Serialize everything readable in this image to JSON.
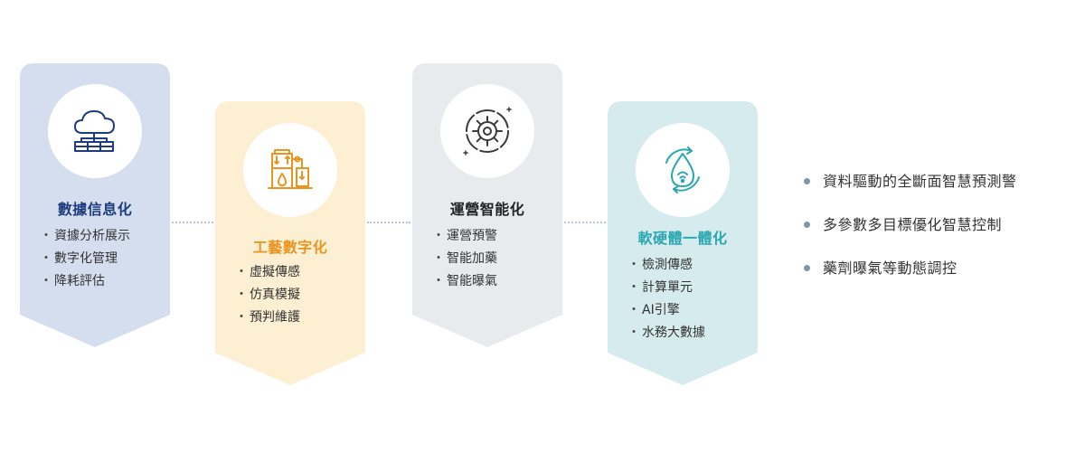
{
  "colors": {
    "card1_bg": "#d5deef",
    "card1_title": "#1d3c7f",
    "card2_bg": "#fcefd2",
    "card2_title": "#e89520",
    "card3_bg": "#e8eaee",
    "card3_title": "#222222",
    "card4_bg": "#d6ebee",
    "card4_title": "#2aa7b0",
    "connector": "#b4c6d6",
    "bullet_dot": "#7f97ad"
  },
  "cards": [
    {
      "icon": "cloud-server-icon",
      "title": "數據信息化",
      "items": [
        "資據分析展示",
        "數字化管理",
        "降耗評估"
      ]
    },
    {
      "icon": "industrial-tanks-icon",
      "title": "工藝數字化",
      "items": [
        "虛擬傳感",
        "仿真模擬",
        "預判維護"
      ]
    },
    {
      "icon": "gear-icon",
      "title": "運營智能化",
      "items": [
        "運營預警",
        "智能加藥",
        "智能曝氣"
      ]
    },
    {
      "icon": "water-drop-cycle-icon",
      "title": "軟硬體一體化",
      "items": [
        "檢測傳感",
        "計算單元",
        "AI引擎",
        "水務大數據"
      ]
    }
  ],
  "bullet_marker": "・",
  "features": [
    "資料驅動的全斷面智慧預測警",
    "多參數多目標優化智慧控制",
    "藥劑曝氣等動態調控"
  ]
}
